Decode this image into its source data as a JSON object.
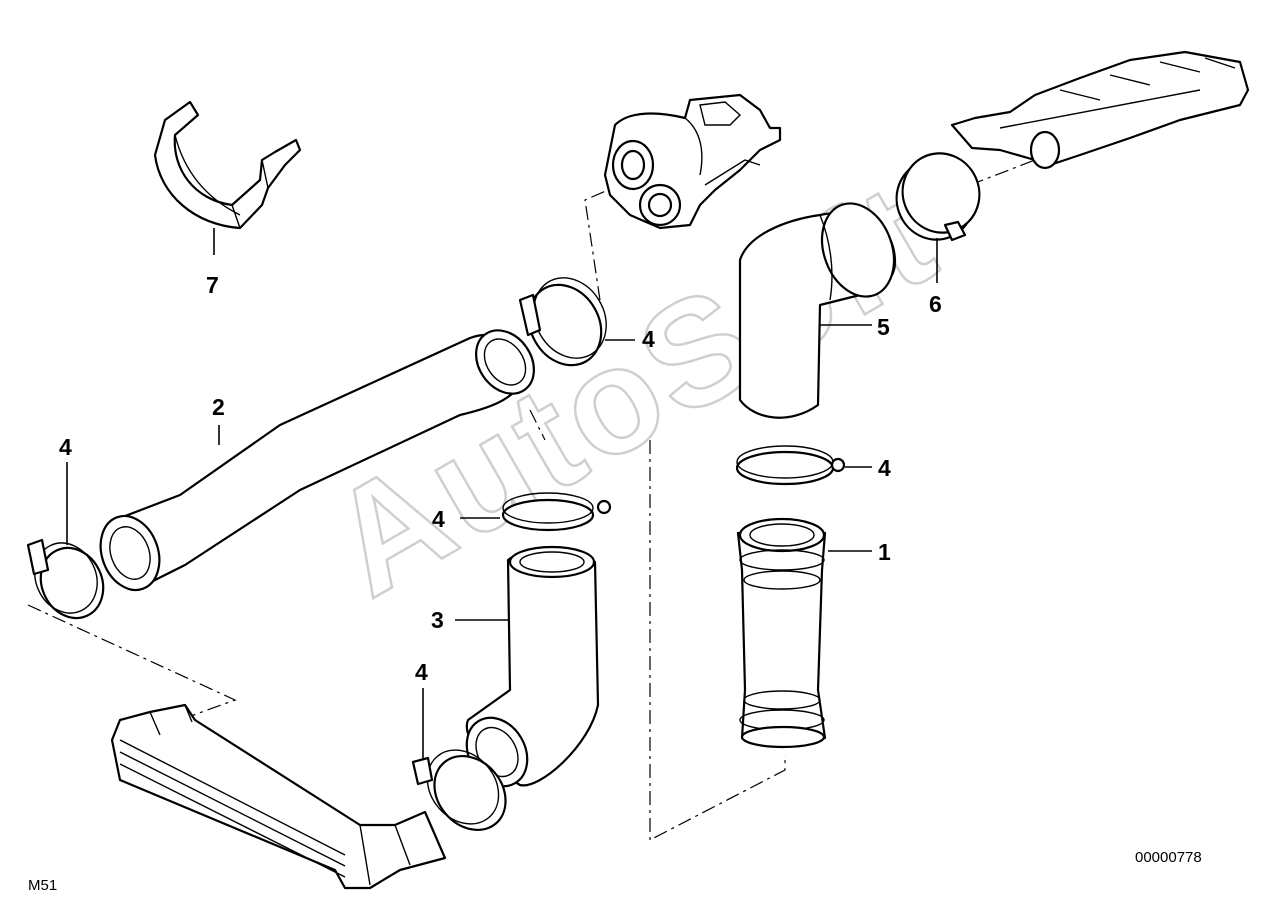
{
  "watermark": "AutoSoft",
  "model_code": "M51",
  "drawing_number": "00000778",
  "callouts": {
    "c1": "1",
    "c2": "2",
    "c3": "3",
    "c4_top": "4",
    "c4_left": "4",
    "c4_mid": "4",
    "c4_bottom": "4",
    "c4_right": "4",
    "c5": "5",
    "c6": "6",
    "c7": "7"
  }
}
